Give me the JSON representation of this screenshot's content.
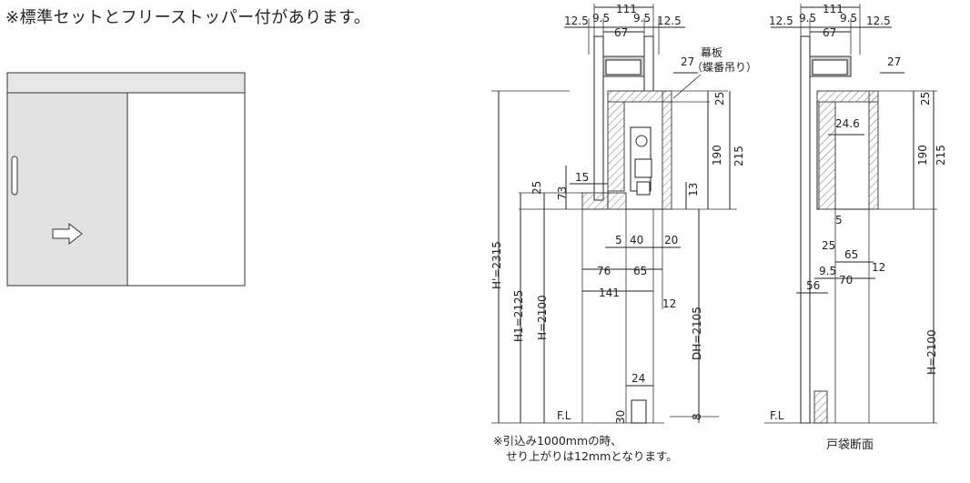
{
  "header_note": "※標準セットとフリーストッパー付があります。",
  "door_illustration": {
    "arrow_icon": "right-arrow-icon"
  },
  "front_section": {
    "top_dims": [
      "111",
      "12.5",
      "9.5",
      "9.5",
      "12.5",
      "67"
    ],
    "label_lintel": "幕板",
    "label_lintel_sub": "（蝶番吊り）",
    "right_dims": [
      "27",
      "25",
      "190",
      "215",
      "13"
    ],
    "left_small_dims": [
      "15",
      "25",
      "73"
    ],
    "middle_dims": [
      "5",
      "40",
      "20",
      "76",
      "65",
      "141",
      "12"
    ],
    "vertical_dims": [
      "H'=2315",
      "H1=2125",
      "H=2100",
      "DH=2105"
    ],
    "floor_dims": [
      "24",
      "30",
      "8"
    ],
    "floor_label": "F.L"
  },
  "pocket_section": {
    "top_dims": [
      "111",
      "12.5",
      "9.5",
      "9.5",
      "12.5",
      "67"
    ],
    "right_dims": [
      "27",
      "25",
      "190",
      "215"
    ],
    "inner_dims": [
      "24.6",
      "5",
      "25",
      "65",
      "12",
      "9.5",
      "70",
      "56"
    ],
    "vertical_dim": "H=2100",
    "floor_label": "F.L",
    "caption": "戸袋断面"
  },
  "footnote_line1": "※引込み1000mmの時、",
  "footnote_line2": "せり上がりは12mmとなります。"
}
